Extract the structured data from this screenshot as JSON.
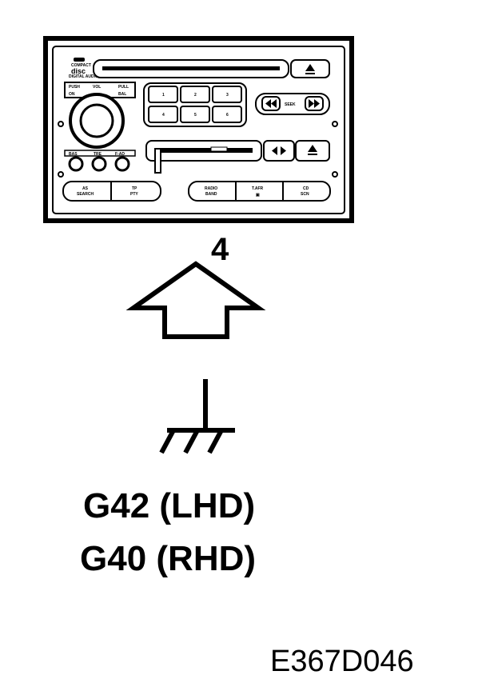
{
  "radio": {
    "disc_logo_top": "COMPACT",
    "disc_logo_main": "disc",
    "disc_logo_bottom": "DIGITAL AUDIO",
    "knob_labels": [
      "PUSH",
      "VOL",
      "PULL",
      "ON",
      "BAL"
    ],
    "preset_buttons": [
      "1",
      "2",
      "3",
      "4",
      "5",
      "6"
    ],
    "seek_label": "SEEK",
    "small_knob_labels": [
      "BAS",
      "TRE",
      "F-AD"
    ],
    "bottom_left_buttons": [
      {
        "line1": "AS",
        "line2": "SEARCH"
      },
      {
        "line1": "TP",
        "line2": "PTY"
      }
    ],
    "bottom_right_buttons": [
      {
        "line1": "RADIO",
        "line2": "BAND"
      },
      {
        "line1": "T.AFR",
        "line2": "▣"
      },
      {
        "line1": "CD",
        "line2": "SCN"
      }
    ]
  },
  "labels": {
    "pin_number": "4",
    "ground_lhd": "G42 (LHD)",
    "ground_rhd": "G40 (RHD)",
    "figure_code": "E367D046"
  },
  "colors": {
    "ink": "#000000",
    "paper": "#ffffff",
    "panel_grey": "#e6e6e6"
  }
}
